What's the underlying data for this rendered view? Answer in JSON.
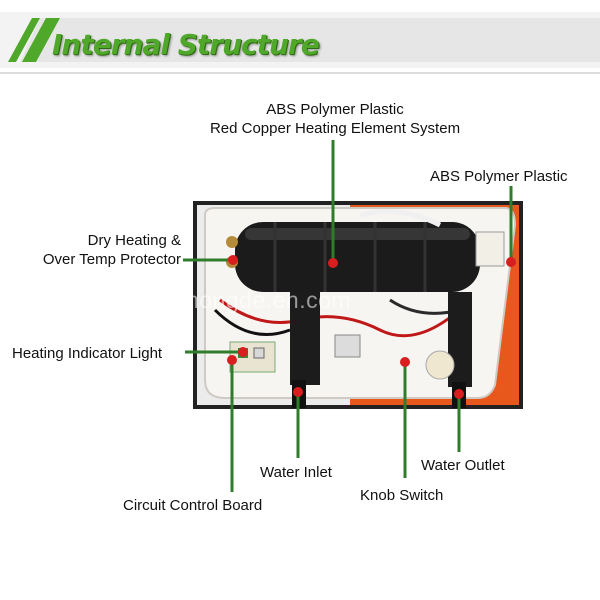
{
  "header": {
    "title": "Internal Structure"
  },
  "labels": {
    "top_line1": "ABS Polymer Plastic",
    "top_line2": "Red Copper Heating Element System",
    "abs_right": "ABS Polymer Plastic",
    "dry_heating_line1": "Dry Heating &",
    "dry_heating_line2": "Over Temp Protector",
    "heating_indicator": "Heating Indicator Light",
    "water_inlet": "Water Inlet",
    "water_outlet": "Water Outlet",
    "circuit_board": "Circuit Control Board",
    "knob_switch": "Knob Switch"
  },
  "watermark": "zschongde.en.com",
  "colors": {
    "banner_green": "#4fa82a",
    "leader_line": "#2f7d2a",
    "marker_dot": "#d81e1e",
    "orange_panel": "#e8581c"
  }
}
